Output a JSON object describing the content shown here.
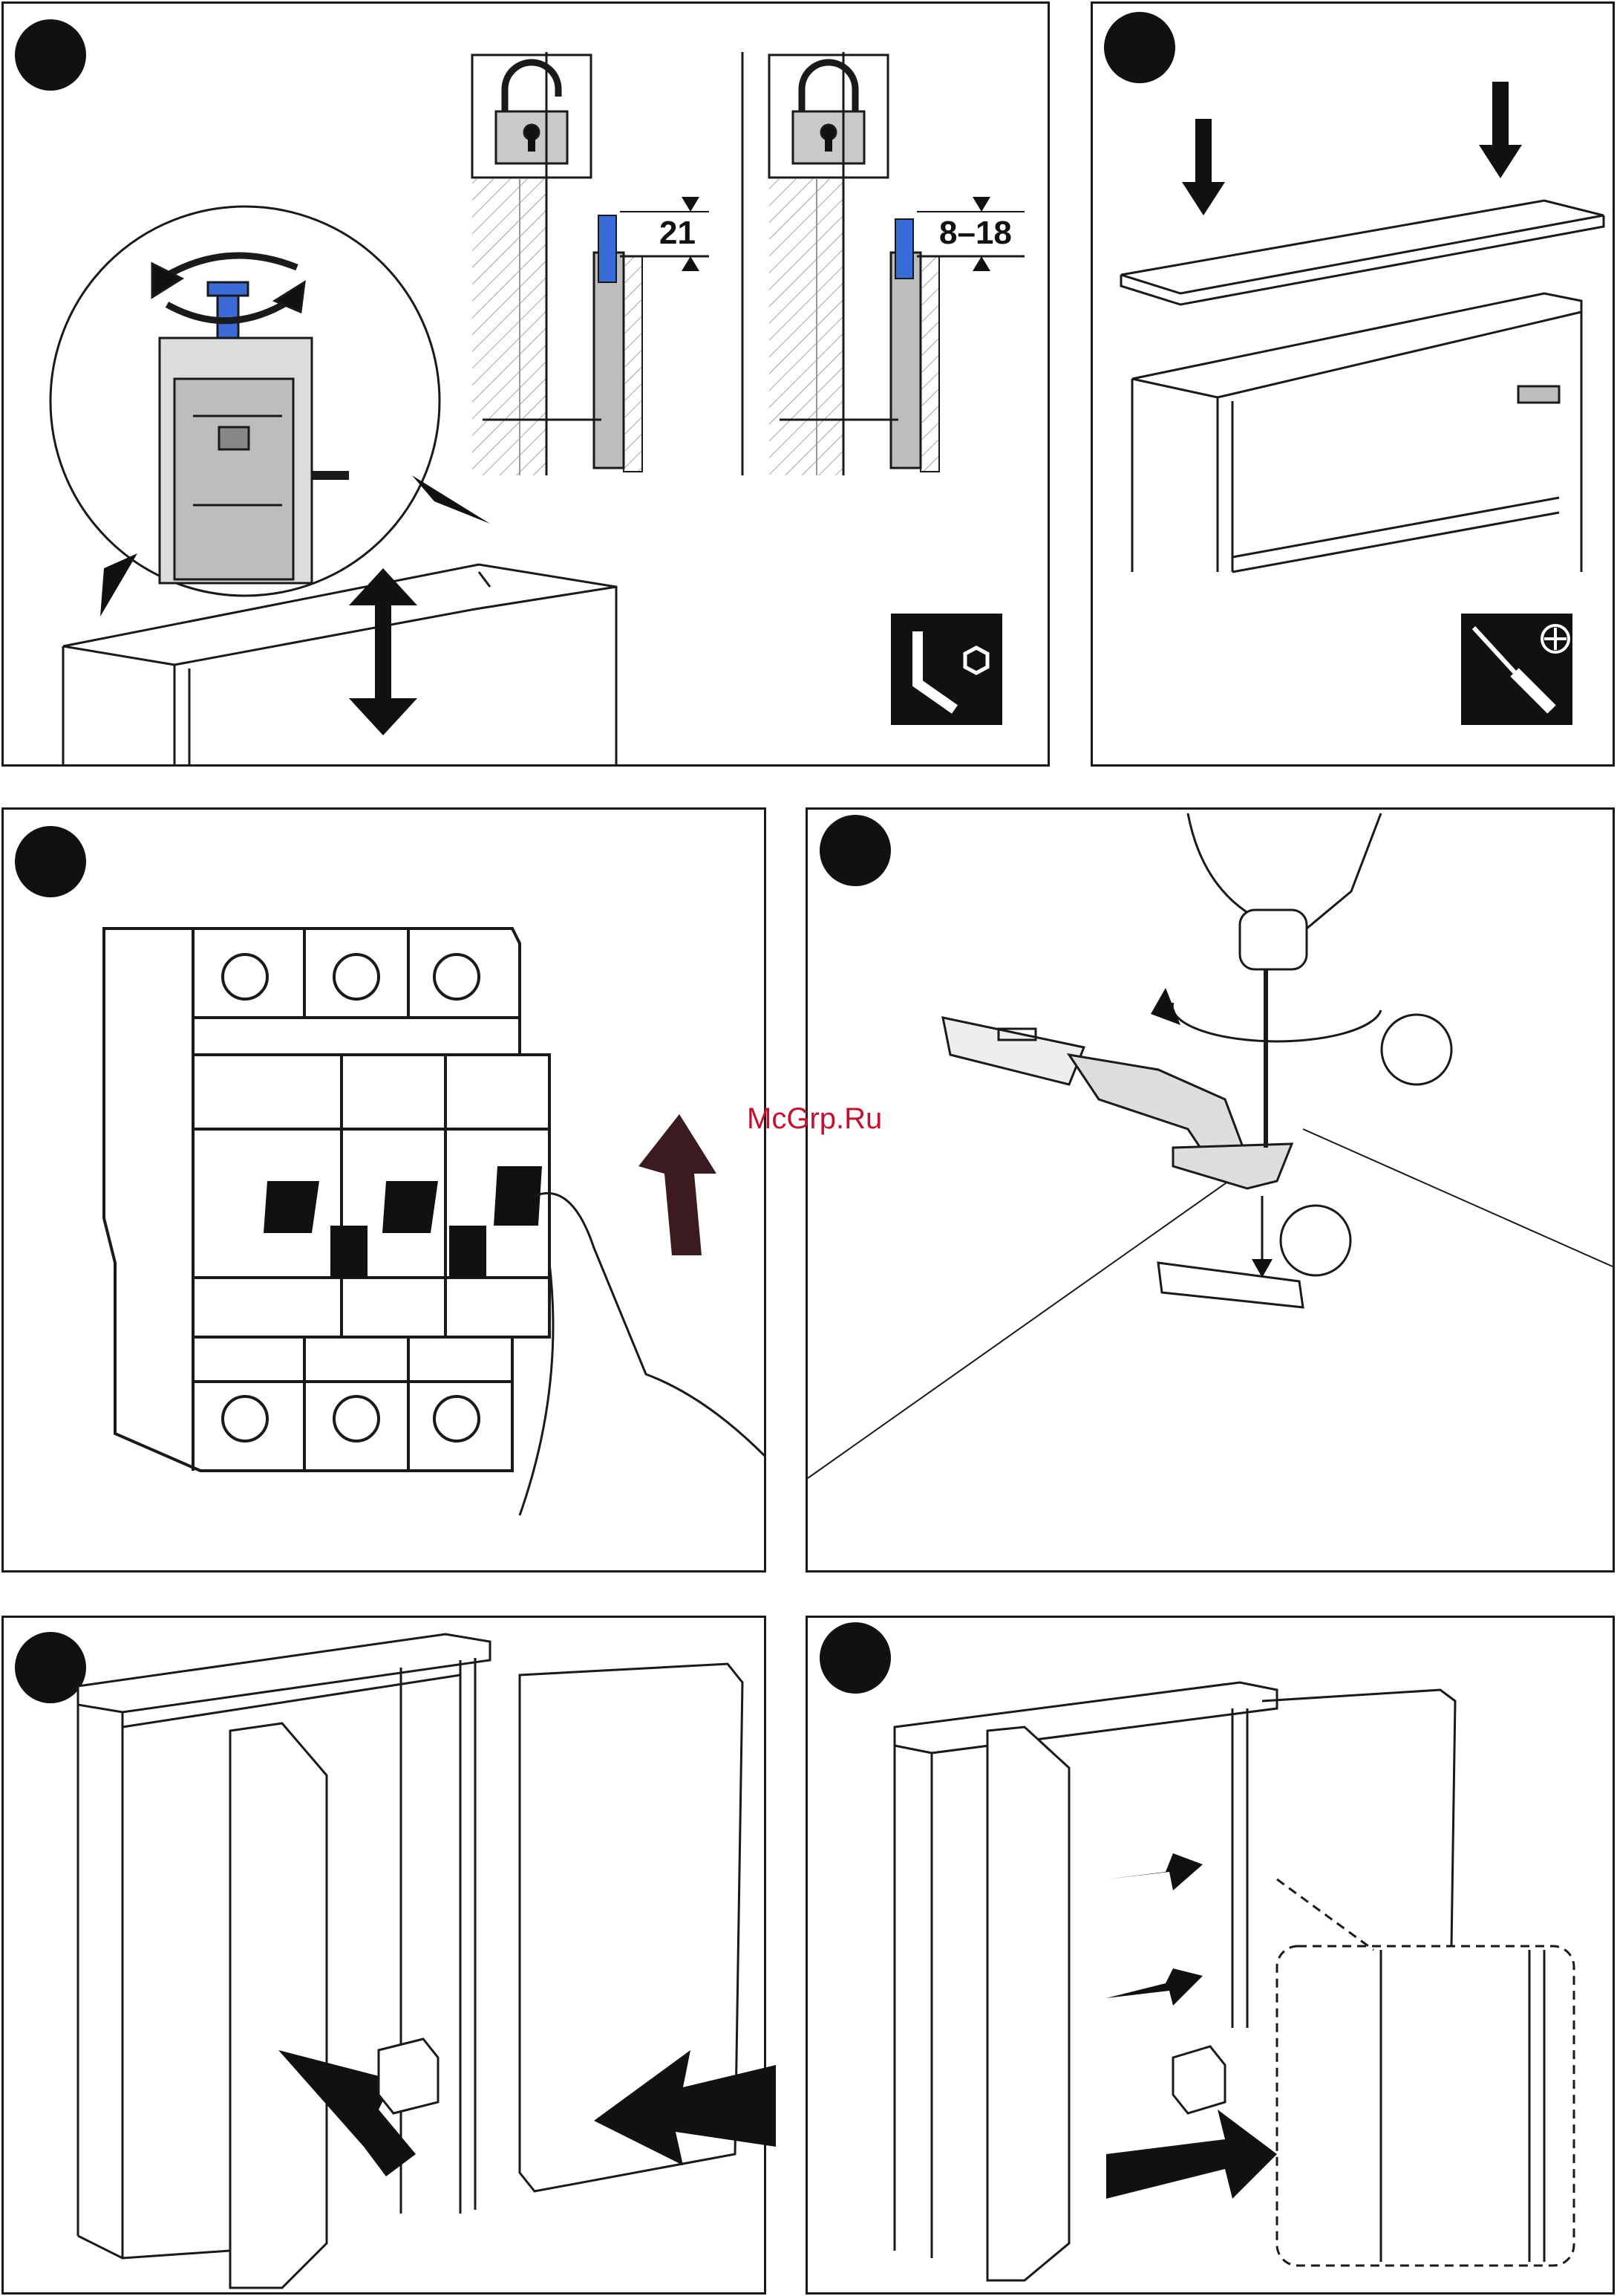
{
  "watermark": "McGrp.Ru",
  "steps": [
    {
      "id": 1,
      "dimension_unlocked": "21",
      "dimension_locked": "8–18",
      "tool_icon": "allen-key-icon"
    },
    {
      "id": 2,
      "tool_icon": "screwdriver-phillips-icon"
    },
    {
      "id": 3
    },
    {
      "id": 4
    },
    {
      "id": 5
    },
    {
      "id": 6
    }
  ],
  "colors": {
    "line": "#1a1a1a",
    "screw_blue": "#3a6bd6",
    "gray_fill": "#c9c9c9"
  }
}
